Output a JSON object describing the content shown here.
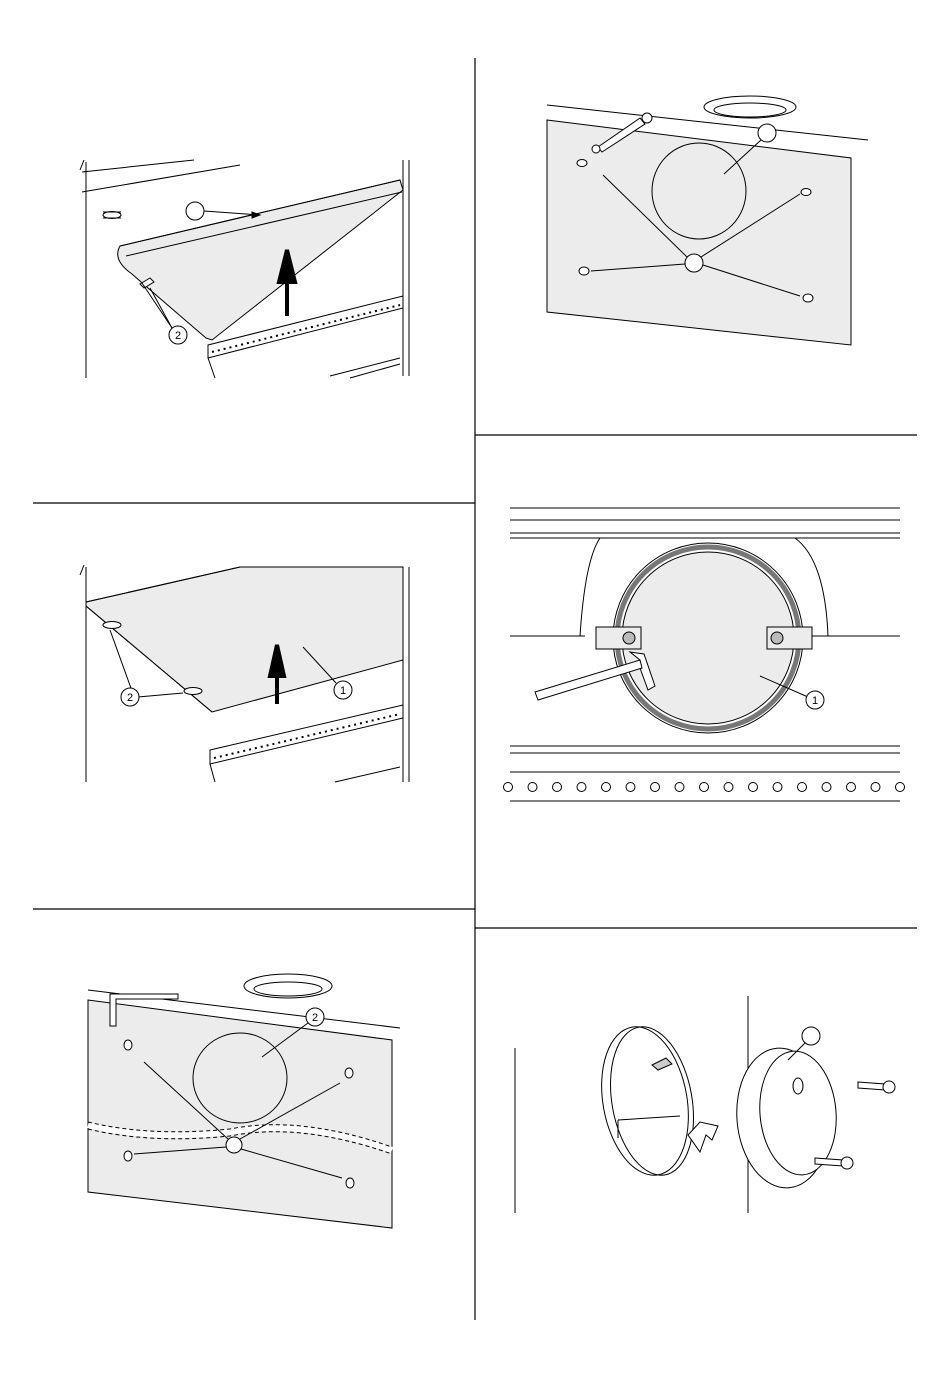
{
  "panels": {
    "lift_shelf_cover": {
      "callout_2": "2"
    },
    "remove_shelf": {
      "callout_1": "1",
      "callout_2": "2"
    },
    "remove_back_panel": {
      "callout_2": "2"
    },
    "duct_fitting": {
      "callout_1": "1"
    }
  }
}
